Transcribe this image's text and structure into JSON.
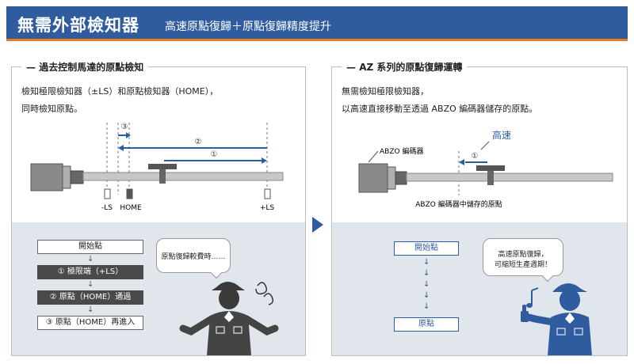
{
  "banner": {
    "title": "無需外部檢知器",
    "subtitle": "高速原點復歸＋原點復歸精度提升"
  },
  "left_panel": {
    "title": "過去控制馬達的原點檢知",
    "desc_line1": "檢知極限檢知器（±LS）和原點檢知器（HOME），",
    "desc_line2": "同時檢知原點。",
    "diagram": {
      "label_3": "③",
      "label_2": "②",
      "label_1": "①",
      "sensor_minus": "-LS",
      "sensor_home": "HOME",
      "sensor_plus": "+LS"
    },
    "flow": {
      "start": "開始點",
      "step1": "① 極限端（+LS）",
      "step2": "② 原點（HOME）通過",
      "step3": "③ 原點（HOME）再進入"
    },
    "bubble": "原點復歸較費時……"
  },
  "right_panel": {
    "title": "AZ  系列的原點復歸運轉",
    "desc_line1": "無需檢知極限檢知器，",
    "desc_line2": "以高速直接移動至透過 ABZO 編碼器儲存的原點。",
    "diagram": {
      "abzo_label": "ABZO 編碼器",
      "speed_label": "高速",
      "label_1": "①",
      "stored_origin": "ABZO 編碼器中儲存的原點"
    },
    "flow": {
      "start": "開始點",
      "end": "原點"
    },
    "bubble_line1": "高速原點復歸，",
    "bubble_line2": "可縮短生產週期！"
  },
  "colors": {
    "brand_blue": "#2f5c9e",
    "accent_orange": "#e57f1f",
    "panel_bg": "#e1e5ec"
  },
  "icons": {
    "left_person": "confused-worker-icon",
    "right_person": "happy-worker-icon",
    "panel_arrow": "right-triangle-arrow-icon"
  }
}
